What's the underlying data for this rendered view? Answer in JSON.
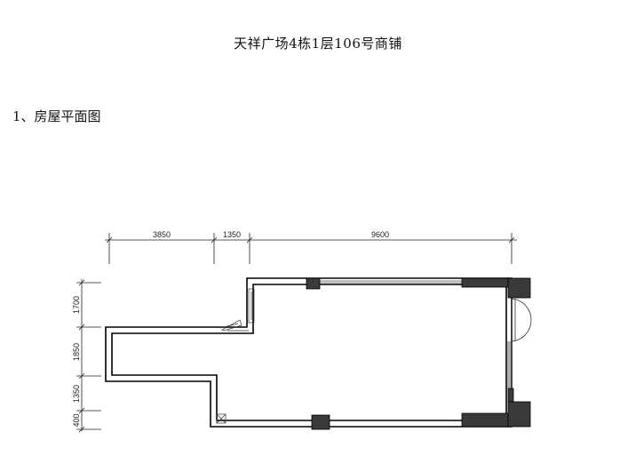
{
  "document": {
    "title": "天祥广场4栋1层106号商铺",
    "section_heading": "1、房屋平面图"
  },
  "plan": {
    "top_dimensions": [
      "3850",
      "1350",
      "9600"
    ],
    "left_dimensions": [
      "1700",
      "1850",
      "1350",
      "400"
    ]
  },
  "colors": {
    "wall": "#000000",
    "column_fill": "#3a3a3a",
    "window_line": "#555555"
  }
}
